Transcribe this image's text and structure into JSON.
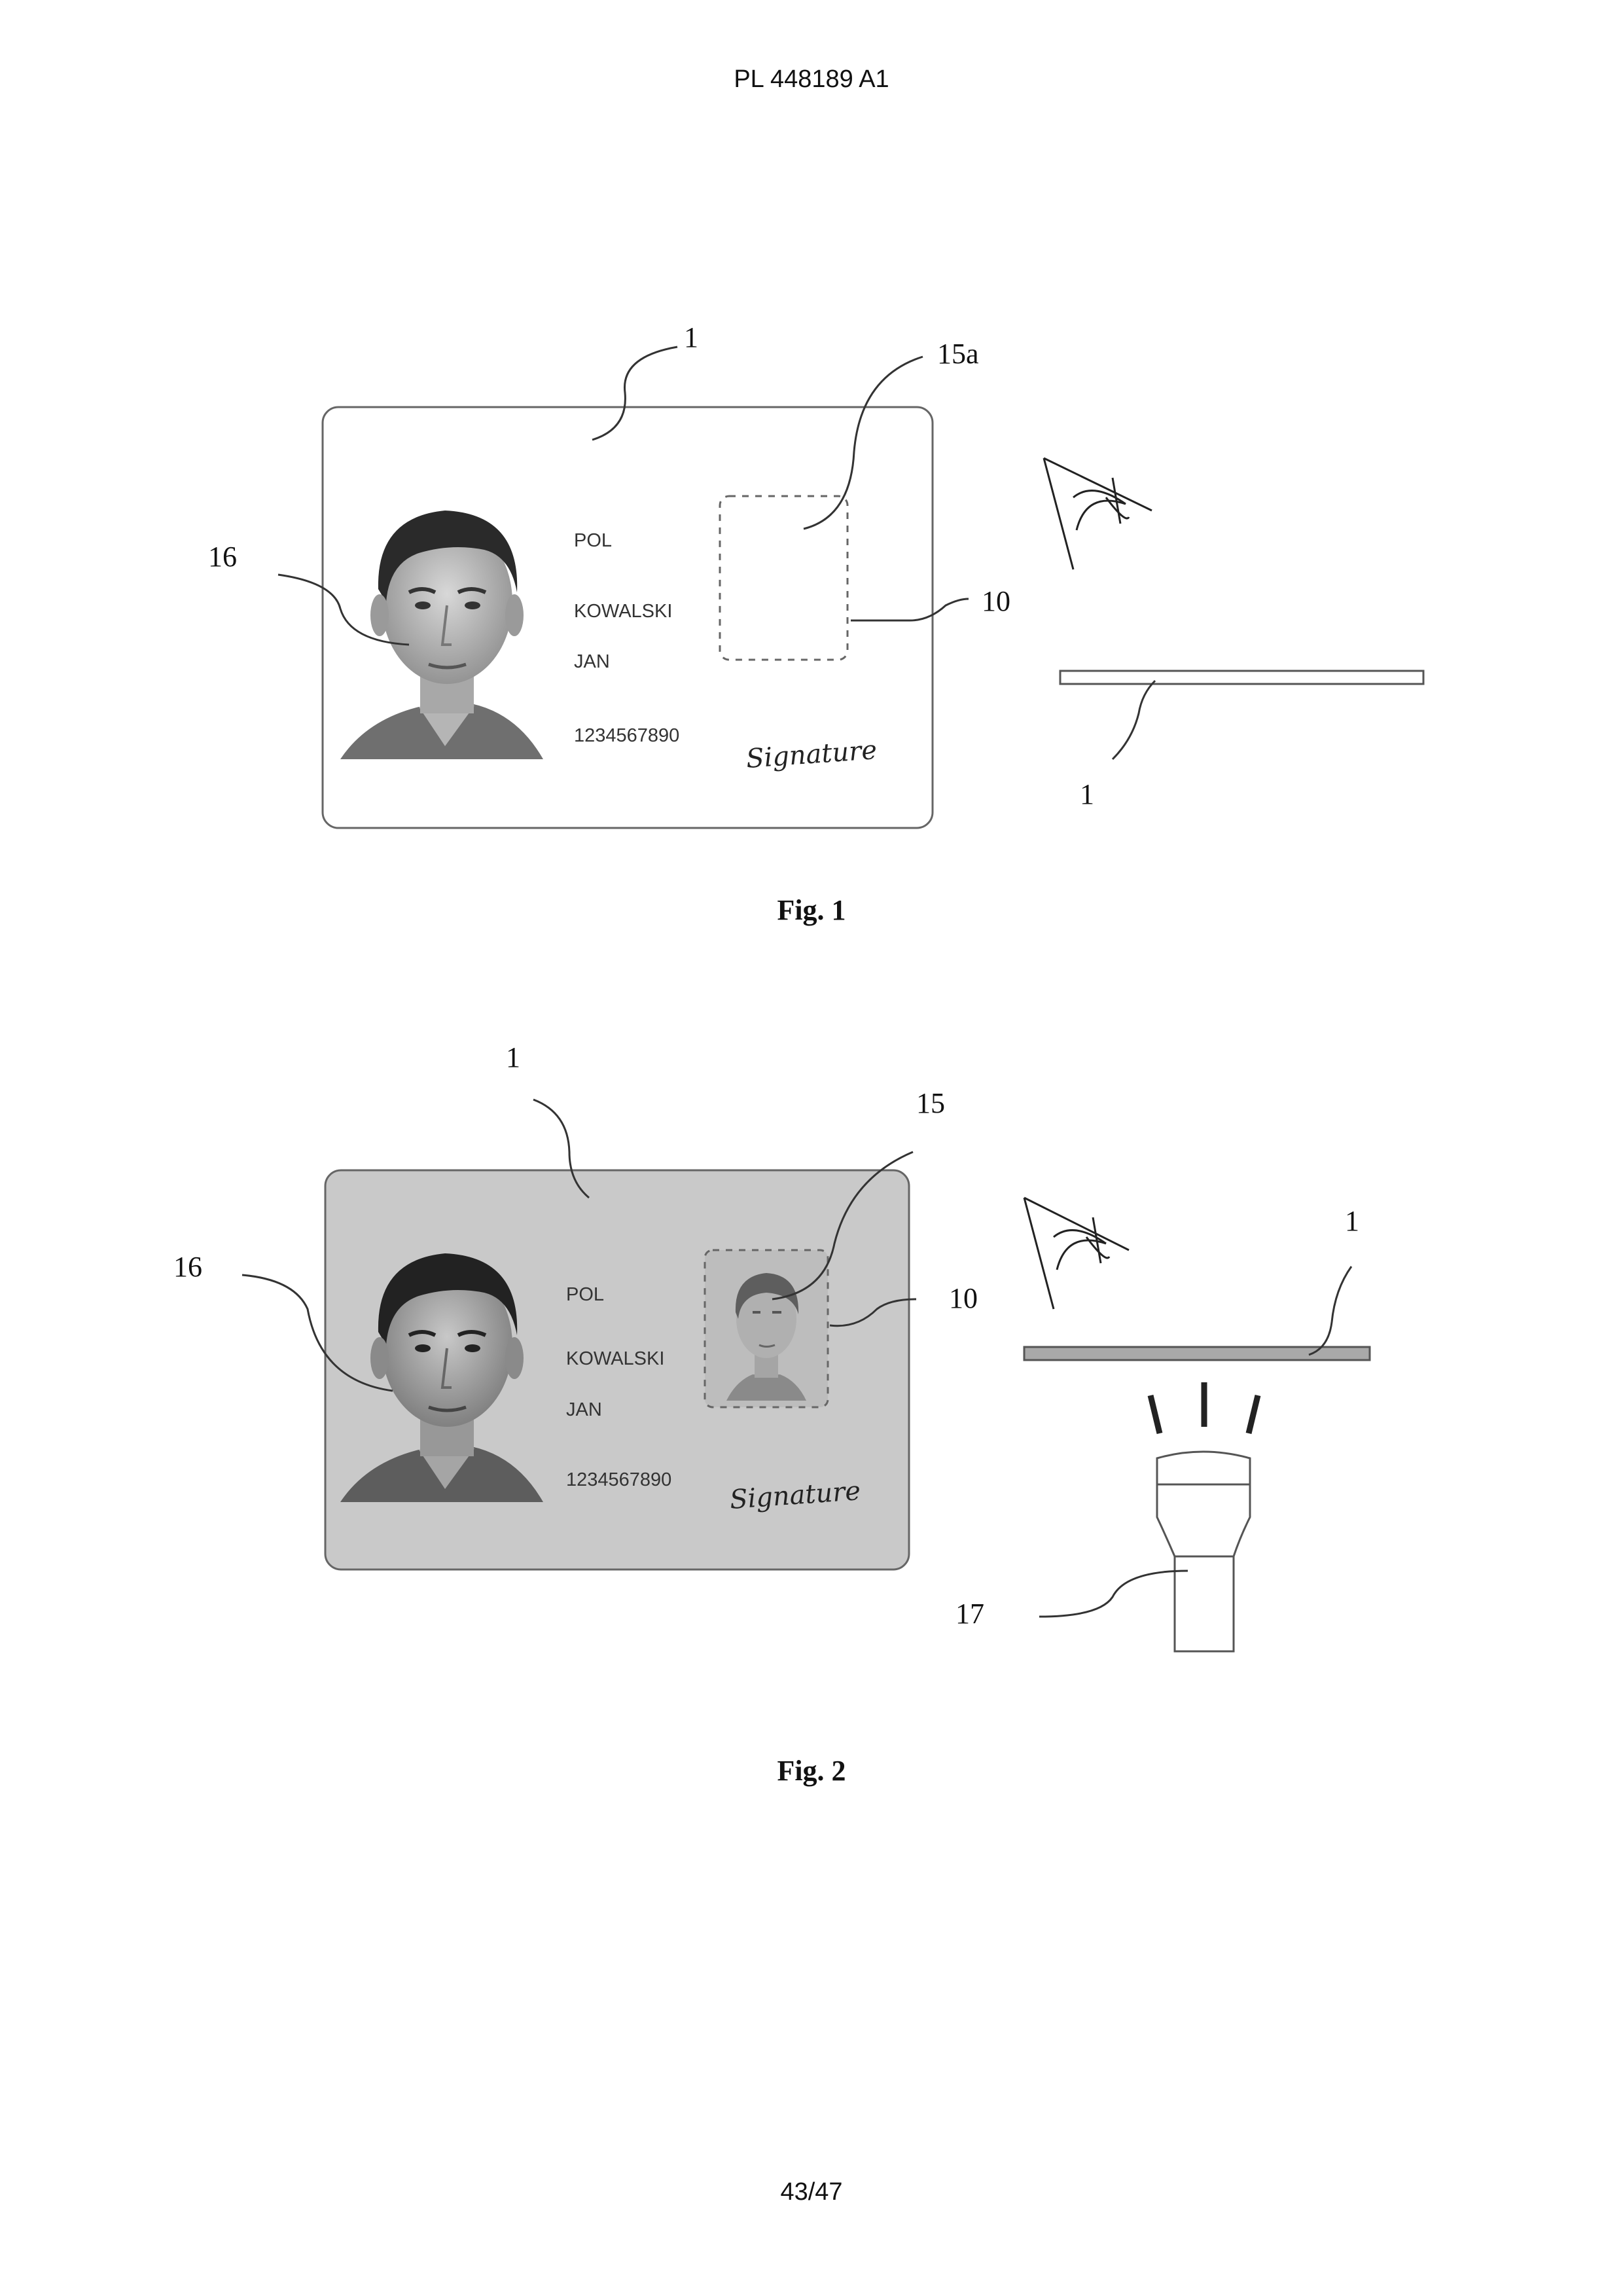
{
  "header": {
    "document_number": "PL 448189 A1"
  },
  "footer": {
    "page_number": "43/47"
  },
  "fig1": {
    "caption": "Fig. 1",
    "card": {
      "country": "POL",
      "surname": "KOWALSKI",
      "given_name": "JAN",
      "number": "1234567890",
      "signature": "Signature"
    },
    "refs": {
      "card_front": "1",
      "window": "15a",
      "portrait": "16",
      "window_frame": "10",
      "card_side": "1"
    }
  },
  "fig2": {
    "caption": "Fig. 2",
    "card": {
      "country": "POL",
      "surname": "KOWALSKI",
      "given_name": "JAN",
      "number": "1234567890",
      "signature": "Signature"
    },
    "refs": {
      "card_front": "1",
      "hidden_image": "15",
      "portrait": "16",
      "window_frame": "10",
      "card_side": "1",
      "light_source": "17"
    }
  },
  "colors": {
    "line": "#555555",
    "card_fig2": "#c9c9c9",
    "portrait_dark": "#2a2a2a"
  },
  "icons": [
    "eye-icon",
    "flashlight-icon",
    "portrait-photo"
  ]
}
